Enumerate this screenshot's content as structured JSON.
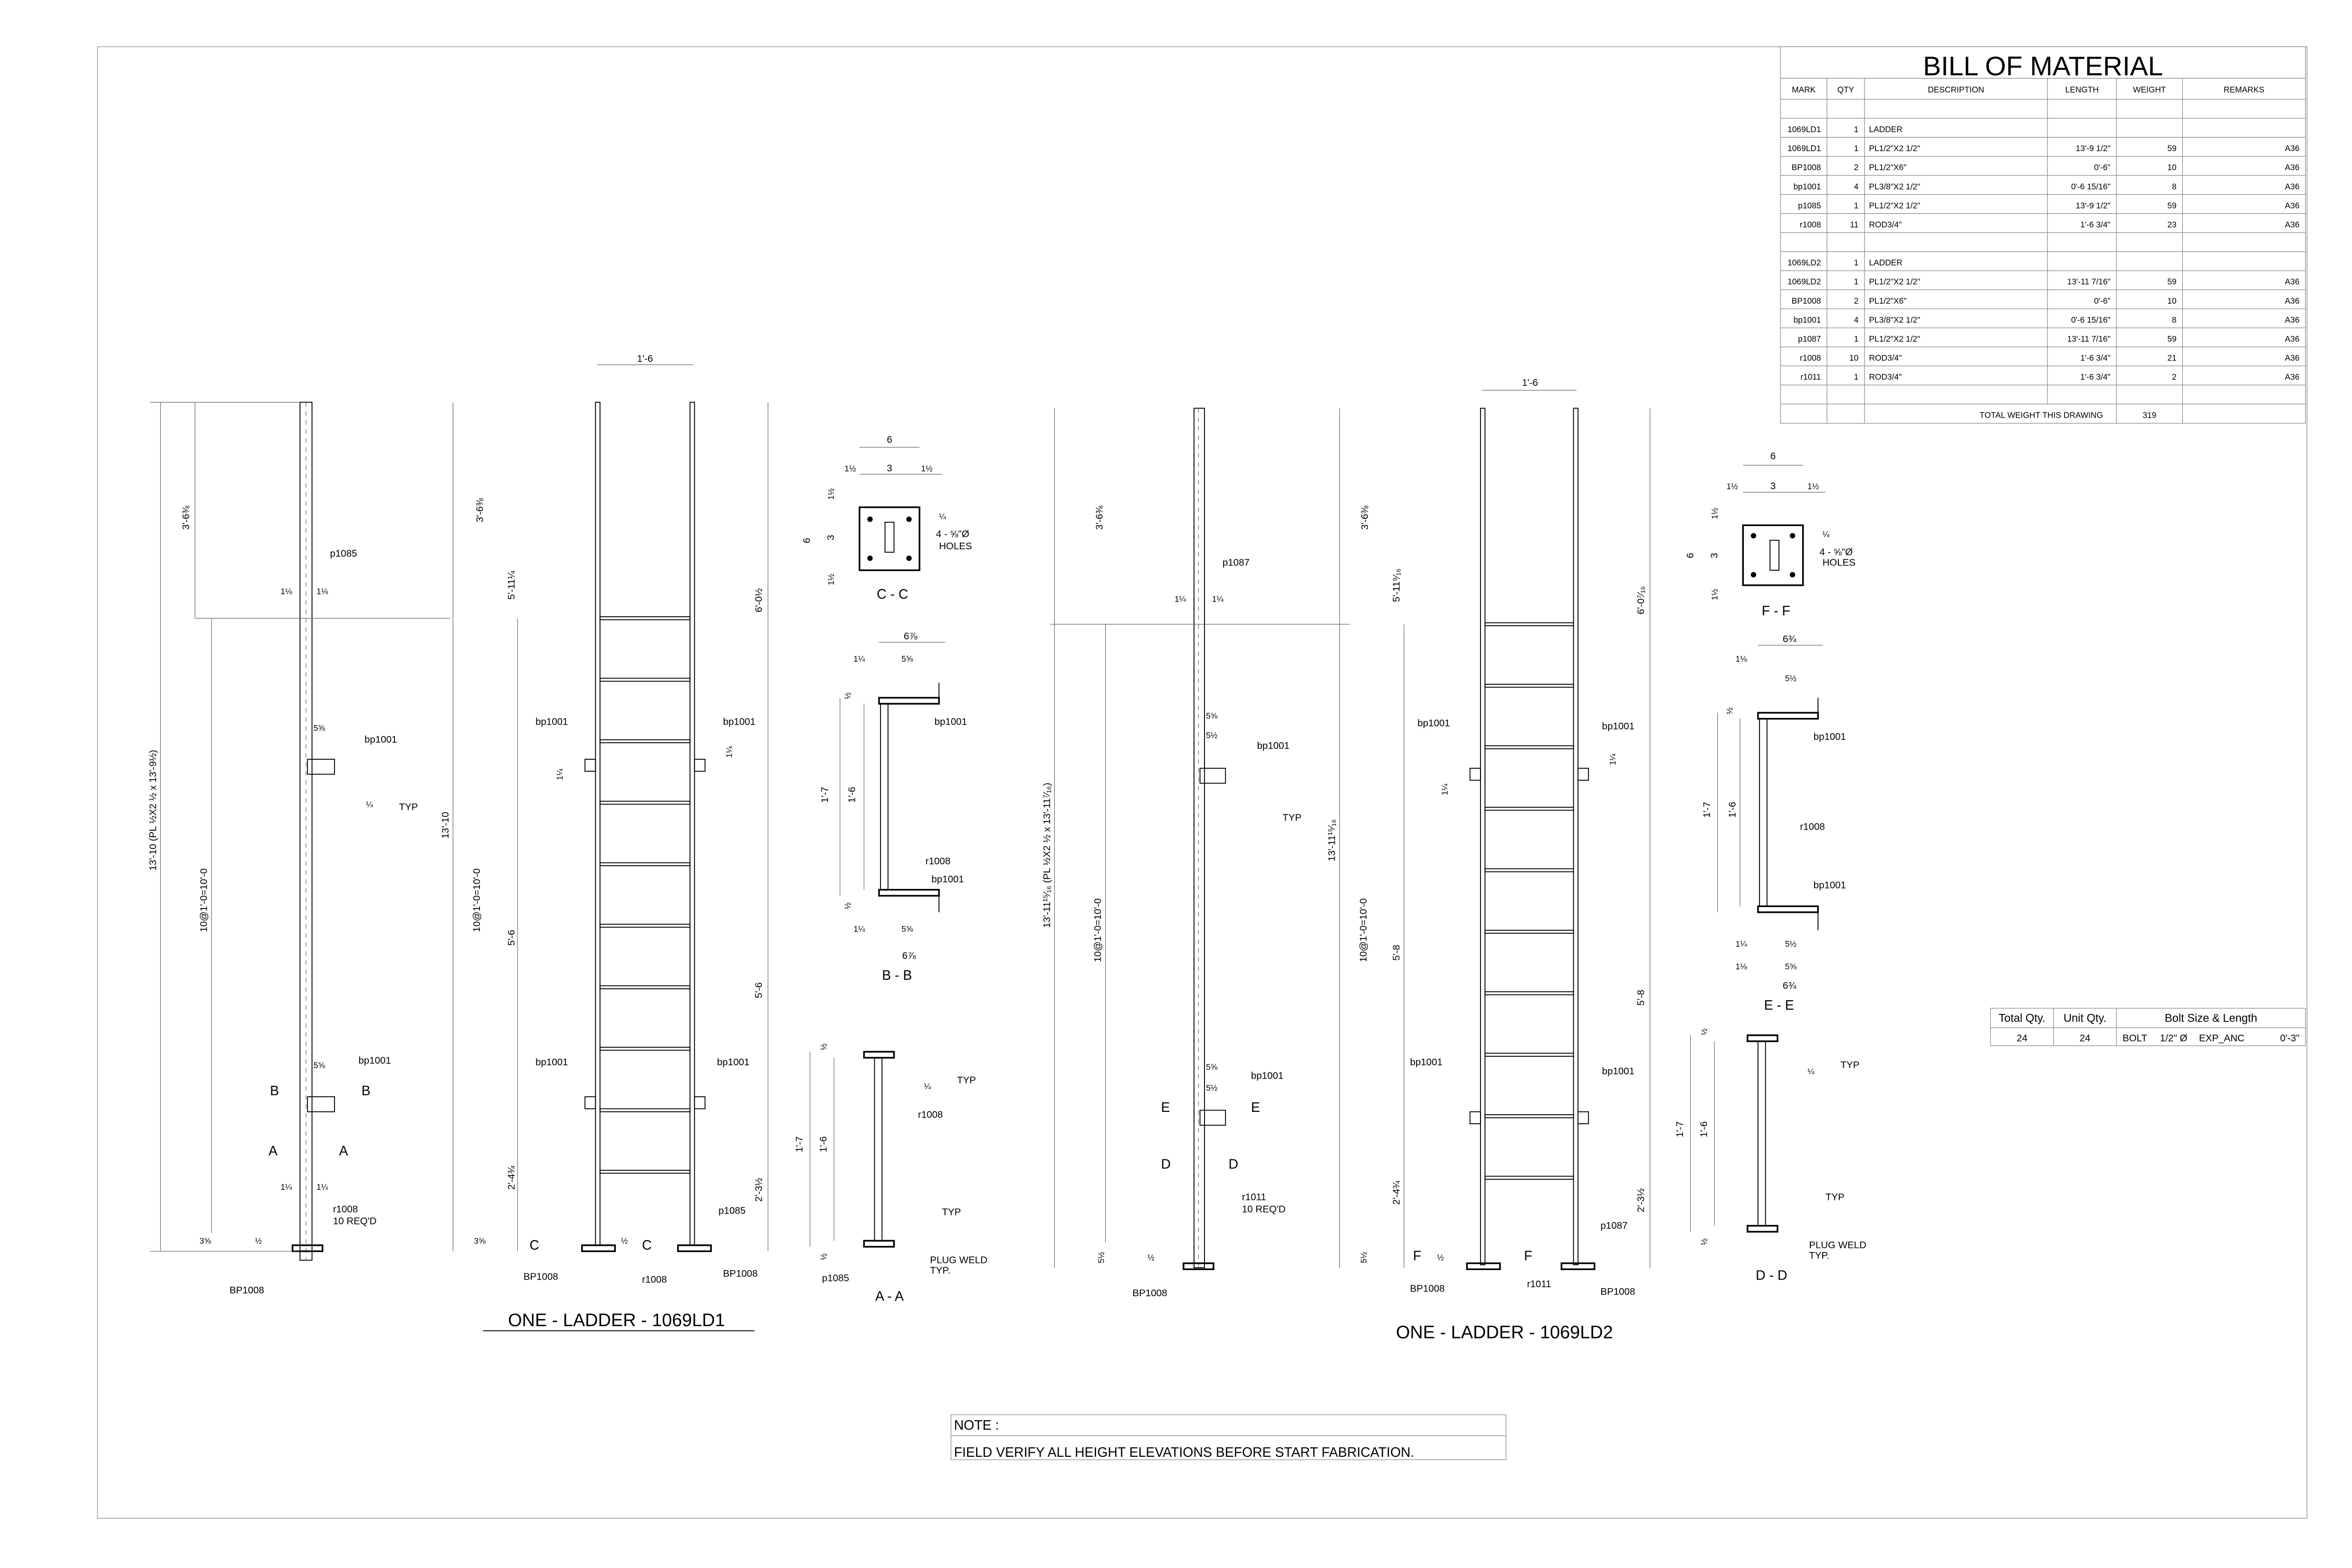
{
  "bom": {
    "title": "BILL OF MATERIAL",
    "headers": [
      "MARK",
      "QTY",
      "DESCRIPTION",
      "LENGTH",
      "WEIGHT",
      "REMARKS"
    ],
    "rows": [
      [
        "",
        "",
        "",
        "",
        "",
        ""
      ],
      [
        "1069LD1",
        "1",
        "LADDER",
        "",
        "",
        ""
      ],
      [
        "1069LD1",
        "1",
        "PL1/2\"X2 1/2\"",
        "13'-9 1/2\"",
        "59",
        "A36"
      ],
      [
        "BP1008",
        "2",
        "PL1/2\"X6\"",
        "0'-6\"",
        "10",
        "A36"
      ],
      [
        "bp1001",
        "4",
        "PL3/8\"X2 1/2\"",
        "0'-6 15/16\"",
        "8",
        "A36"
      ],
      [
        "p1085",
        "1",
        "PL1/2\"X2 1/2\"",
        "13'-9 1/2\"",
        "59",
        "A36"
      ],
      [
        "r1008",
        "11",
        "ROD3/4\"",
        "1'-6 3/4\"",
        "23",
        "A36"
      ],
      [
        "",
        "",
        "",
        "",
        "",
        ""
      ],
      [
        "1069LD2",
        "1",
        "LADDER",
        "",
        "",
        ""
      ],
      [
        "1069LD2",
        "1",
        "PL1/2\"X2 1/2\"",
        "13'-11 7/16\"",
        "59",
        "A36"
      ],
      [
        "BP1008",
        "2",
        "PL1/2\"X6\"",
        "0'-6\"",
        "10",
        "A36"
      ],
      [
        "bp1001",
        "4",
        "PL3/8\"X2 1/2\"",
        "0'-6 15/16\"",
        "8",
        "A36"
      ],
      [
        "p1087",
        "1",
        "PL1/2\"X2 1/2\"",
        "13'-11 7/16\"",
        "59",
        "A36"
      ],
      [
        "r1008",
        "10",
        "ROD3/4\"",
        "1'-6 3/4\"",
        "21",
        "A36"
      ],
      [
        "r1011",
        "1",
        "ROD3/4\"",
        "1'-6 3/4\"",
        "2",
        "A36"
      ],
      [
        "",
        "",
        "",
        "",
        "",
        ""
      ]
    ],
    "total_label": "TOTAL WEIGHT THIS DRAWING",
    "total_weight": "319"
  },
  "bolts": {
    "headers": [
      "Total Qty.",
      "Unit Qty.",
      "Bolt Size & Length"
    ],
    "row": {
      "total": "24",
      "unit": "24",
      "type": "BOLT",
      "size": "1/2\" Ø",
      "kind": "EXP_ANC",
      "length": "0'-3\""
    }
  },
  "note": {
    "label": "NOTE :",
    "text": "FIELD VERIFY ALL HEIGHT ELEVATIONS BEFORE START FABRICATION."
  },
  "ladder1": {
    "title": "ONE - LADDER - 1069LD1",
    "side": {
      "rail": "p1085",
      "bracket_top": "bp1001",
      "bracket_bot": "bp1001",
      "rung": "r1008",
      "rung_req": "10 REQ'D",
      "base": "BP1008",
      "typ": "TYP",
      "dims": [
        "3'-6⅜",
        "13'-10 (PL ½X2 ½ x 13'-9½)",
        "10@1'-0=10'-0",
        "3⅝",
        "1⅛",
        "1⅛",
        "5⅝",
        "5⅝",
        "1¼",
        "1¼",
        "½",
        "¼"
      ],
      "cuts": [
        "B",
        "B",
        "A",
        "A"
      ]
    },
    "front": {
      "width": "1'-6",
      "bp_l1": "bp1001",
      "bp_r1": "bp1001",
      "bp_l2": "bp1001",
      "bp_r2": "bp1001",
      "base_l": "BP1008",
      "base_r": "BP1008",
      "rung": "r1008",
      "rail": "p1085",
      "dims": [
        "3'-6⅜",
        "5'-11¼",
        "13'-10",
        "10@1'-0=10'-0",
        "5'-6",
        "2'-4¾",
        "3⅝",
        "6'-0½",
        "5'-6",
        "2'-3½",
        "1¼",
        "1¼",
        "½"
      ],
      "cuts": [
        "C",
        "C"
      ]
    }
  },
  "ladder2": {
    "title": "ONE - LADDER - 1069LD2",
    "side": {
      "rail": "p1087",
      "bracket_top": "bp1001",
      "bracket_bot": "bp1001",
      "rung": "r1011",
      "rung_req": "10 REQ'D",
      "base": "BP1008",
      "typ": "TYP",
      "dims": [
        "3'-6⅜",
        "13'-11¹⁵⁄₁₆ (PL ½X2 ½ x 13'-11⁷⁄₁₆)",
        "10@1'-0=10'-0",
        "5½",
        "1¼",
        "1¼",
        "5⅝",
        "5⅝",
        "5½",
        "5½",
        "½"
      ],
      "cuts": [
        "E",
        "E",
        "D",
        "D"
      ]
    },
    "front": {
      "width": "1'-6",
      "bp_l1": "bp1001",
      "bp_r1": "bp1001",
      "bp_l2": "bp1001",
      "bp_r2": "bp1001",
      "base_l": "BP1008",
      "base_r": "BP1008",
      "rung": "r1011",
      "rail": "p1087",
      "dims": [
        "3'-6⅜",
        "5'-11⁹⁄₁₆",
        "13'-11¹⁵⁄₁₆",
        "10@1'-0=10'-0",
        "5'-8",
        "2'-4¾",
        "5½",
        "6'-0⁷⁄₁₆",
        "5'-8",
        "2'-3½",
        "1¼",
        "1¼",
        "½"
      ],
      "cuts": [
        "F",
        "F"
      ]
    }
  },
  "sections": {
    "cc": {
      "title": "C - C",
      "dims": [
        "6",
        "1½",
        "3",
        "1½",
        "1½",
        "3",
        "1½",
        "6",
        "¼"
      ],
      "holes": "4 - ⅝\"Ø",
      "holes2": "HOLES"
    },
    "ff": {
      "title": "F - F",
      "dims": [
        "6",
        "1½",
        "3",
        "1½",
        "1½",
        "3",
        "1½",
        "6",
        "¼"
      ],
      "holes": "4 - ⅝\"Ø",
      "holes2": "HOLES"
    },
    "bb": {
      "title": "B - B",
      "dims": [
        "6⅞",
        "1¼",
        "5⅝",
        "½",
        "1'-7",
        "1'-6",
        "½",
        "1¼",
        "5⅝",
        "6⅞"
      ],
      "parts": [
        "bp1001",
        "r1008",
        "bp1001"
      ]
    },
    "ee": {
      "title": "E - E",
      "dims": [
        "6¾",
        "1⅛",
        "5½",
        "½",
        "1'-7",
        "1'-6",
        "1¼",
        "5½",
        "1⅛",
        "5⅝",
        "6¾"
      ],
      "parts": [
        "bp1001",
        "r1008",
        "bp1001"
      ]
    },
    "aa": {
      "title": "A - A",
      "dims": [
        "½",
        "1'-7",
        "1'-6",
        "½"
      ],
      "parts": [
        "r1008",
        "p1085"
      ],
      "typ1": "TYP",
      "typ2": "TYP",
      "weld": "PLUG WELD",
      "weld2": "TYP.",
      "weld_sym": "¼"
    },
    "dd": {
      "title": "D - D",
      "dims": [
        "½",
        "1'-7",
        "1'-6",
        "½"
      ],
      "parts": [],
      "typ1": "TYP",
      "typ2": "TYP",
      "weld": "PLUG WELD",
      "weld2": "TYP.",
      "weld_sym": "¼"
    }
  }
}
